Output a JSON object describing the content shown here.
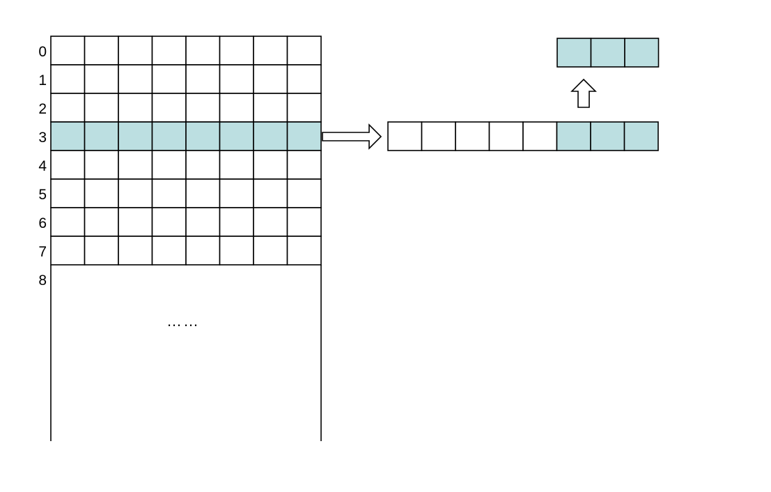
{
  "colors": {
    "highlight": "#bcdfe1",
    "cell": "#ffffff",
    "line": "#000000"
  },
  "memory": {
    "row_labels": [
      "0",
      "1",
      "2",
      "3",
      "4",
      "5",
      "6",
      "7",
      "8"
    ],
    "columns": 8,
    "highlighted_row": 3,
    "ellipsis": "……"
  },
  "expanded_row": {
    "cells": 8,
    "highlighted_cells": [
      5,
      6,
      7
    ]
  },
  "extracted": {
    "cells": 3
  },
  "icons": [
    "arrow-right-icon",
    "arrow-up-icon"
  ]
}
